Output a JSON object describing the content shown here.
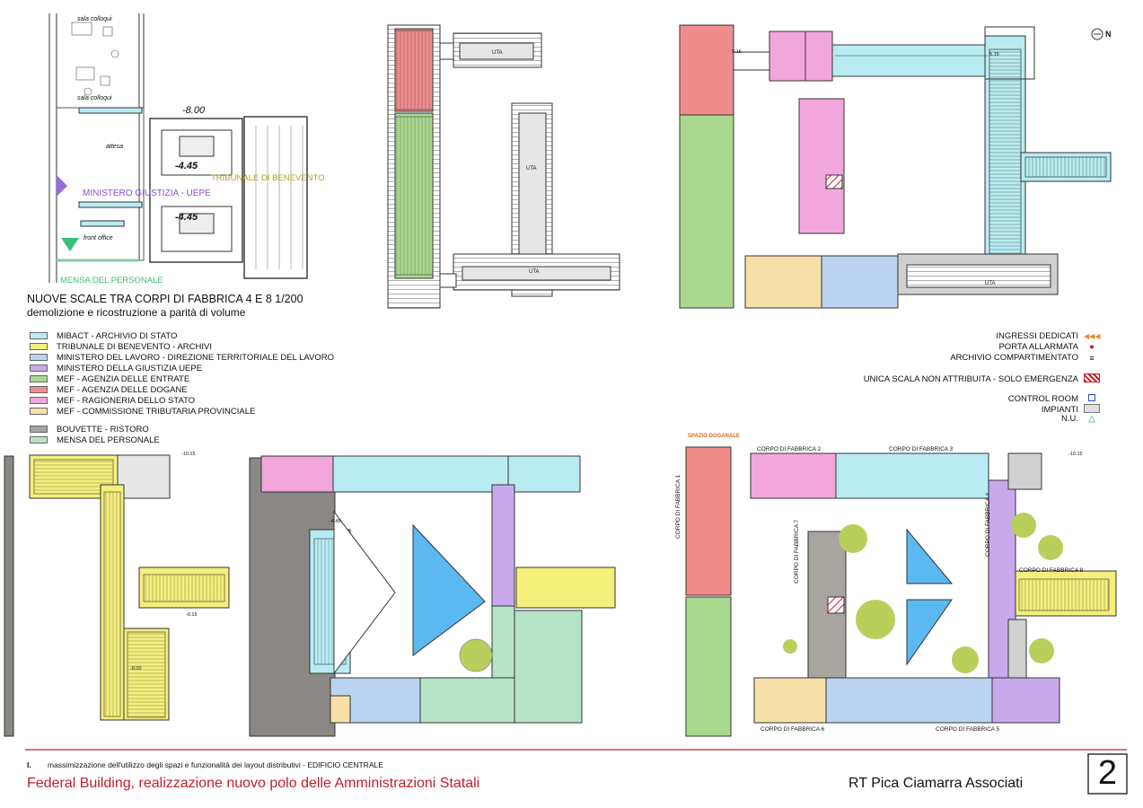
{
  "scheme": {
    "title": "NUOVE SCALE TRA CORPI DI FABBRICA 4 E 8    1/200",
    "subtitle": "demolizione e ricostruzione a parità di volume",
    "rooms": {
      "sala_colloqui_1": "sala colloqui",
      "sala_colloqui_2": "sala colloqui",
      "attesa": "attesa",
      "front_office": "front office"
    },
    "levels": {
      "top": "-8.00",
      "mid1": "-4.45",
      "mid2": "-4.45"
    },
    "labels": {
      "ministero": "MINISTERO GIUSTIZIA - UEPE",
      "tribunale": "TRIBUNALE DI BENEVENTO",
      "mensa": "MENSA DEL PERSONALE"
    }
  },
  "legend": {
    "items": [
      {
        "label": "MIBACT - ARCHIVIO DI STATO",
        "color": "#b9ecf2"
      },
      {
        "label": "TRIBUNALE DI BENEVENTO - ARCHIVI",
        "color": "#f5ef7c"
      },
      {
        "label": "MINISTERO DEL LAVORO - DIREZIONE TERRITORIALE DEL LAVORO",
        "color": "#b9d3f0"
      },
      {
        "label": "MINISTERO DELLA GIUSTIZIA UEPE",
        "color": "#c9a8ec"
      },
      {
        "label": "MEF - AGENZIA DELLE ENTRATE",
        "color": "#a9d88f"
      },
      {
        "label": "MEF - AGENZIA DELLE DOGANE",
        "color": "#f08c8c"
      },
      {
        "label": "MEF - RAGIONERIA DELLO STATO",
        "color": "#f2a7dc"
      },
      {
        "label": "MEF - COMMISSIONE TRIBUTARIA PROVINCIALE",
        "color": "#f7e0a8"
      }
    ],
    "extra": [
      {
        "label": "BOUVETTE - RISTORO",
        "color": "#a8a4a0"
      },
      {
        "label": "MENSA DEL PERSONALE",
        "color": "#b7e3c8"
      }
    ]
  },
  "right_legend": {
    "ingressi": "INGRESSI DEDICATI",
    "porta": "PORTA ALLARMATA",
    "archivio": "ARCHIVIO COMPARTIMENTATO",
    "scala": "UNICA SCALA NON ATTRIBUITA - SOLO EMERGENZA",
    "control": "CONTROL ROOM",
    "impianti": "IMPIANTI",
    "nu": "N.U."
  },
  "north": "N",
  "colors": {
    "accent_red": "#c21e2a",
    "entrata": "#a9d88f",
    "dogane": "#f08c8c",
    "mibact": "#b9ecf2",
    "tribunale": "#f5ef7c",
    "giustizia": "#c9a8ec",
    "ragioneria": "#f2a7dc",
    "lavoro": "#b9d3f0",
    "commissione": "#f7e0a8",
    "gray": "#a8a4a0",
    "mensa": "#b7e3c8"
  },
  "plan_labels": {
    "uta": "UTA",
    "spazio": "SPAZIO DOGANALE",
    "cf1": "CORPO DI FABBRICA 1",
    "cf2": "CORPO DI FABBRICA 2",
    "cf3": "CORPO DI FABBRICA 3",
    "cf4": "CORPO DI FABBRICA 4",
    "cf5": "CORPO DI FABBRICA 5",
    "cf6": "CORPO DI FABBRICA 6",
    "cf7": "CORPO DI FABBRICA 7",
    "cf8": "CORPO DI FABBRICA 8",
    "lv_1015a": "-10.15",
    "lv_1015b": "-10.15",
    "lv_800": "-8.00",
    "lv_445": "-4.45",
    "lv_615": "-6.15",
    "lv_516": "5.16",
    "lv_515": "5.15"
  },
  "footer": {
    "index": "I.",
    "desc": "massimizzazione dell'utilizzo degli spazi e funzionalità dei layout distributivi - EDIFICIO CENTRALE",
    "title": "Federal Building, realizzazione nuovo polo delle Amministrazioni Statali",
    "firm": "RT  Pica Ciamarra Associati",
    "page": "2"
  }
}
